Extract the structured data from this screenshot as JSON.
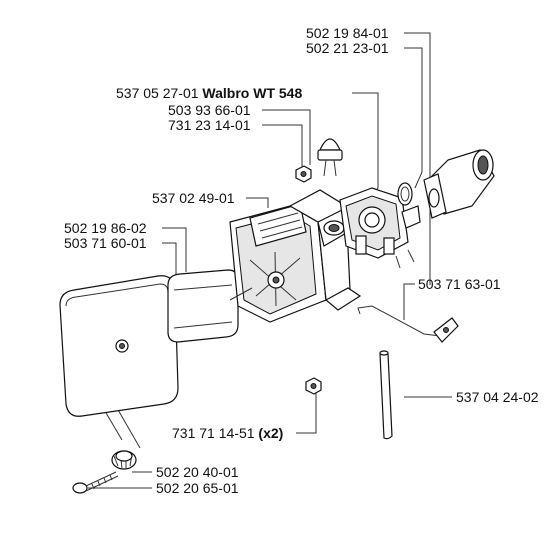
{
  "labels": {
    "p1": "502 19 84-01",
    "p2": "502 21 23-01",
    "p3_num": "537 05 27-01",
    "p3_name": "Walbro WT 548",
    "p4": "503 93 66-01",
    "p5": "731 23 14-01",
    "p6": "537 02 49-01",
    "p7": "502 19 86-02",
    "p8": "503 71 60-01",
    "p9": "503 71 63-01",
    "p10": "537 04 24-02",
    "p11_num": "731 71 14-51",
    "p11_qty": "(x2)",
    "p12": "502 20 40-01",
    "p13": "502 20 65-01"
  },
  "colors": {
    "line": "#333333",
    "text": "#111111",
    "background": "#ffffff"
  }
}
